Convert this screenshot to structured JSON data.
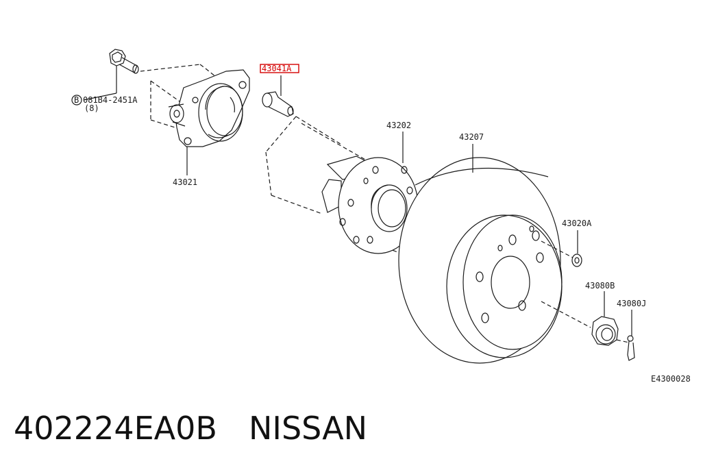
{
  "diagram": {
    "labels": {
      "bolt": "081B4-2451A",
      "bolt_circle_letter": "B",
      "bolt_qty": "(8)",
      "housing": "43021",
      "stud": "43041A",
      "hub": "43202",
      "rotor": "43207",
      "washer": "43020A",
      "nut": "43080B",
      "cotter_pin": "43080J",
      "diagram_code": "E4300028"
    },
    "highlight_color": "#d40000"
  },
  "caption": {
    "part_number": "402224EA0B",
    "brand": "NISSAN"
  }
}
